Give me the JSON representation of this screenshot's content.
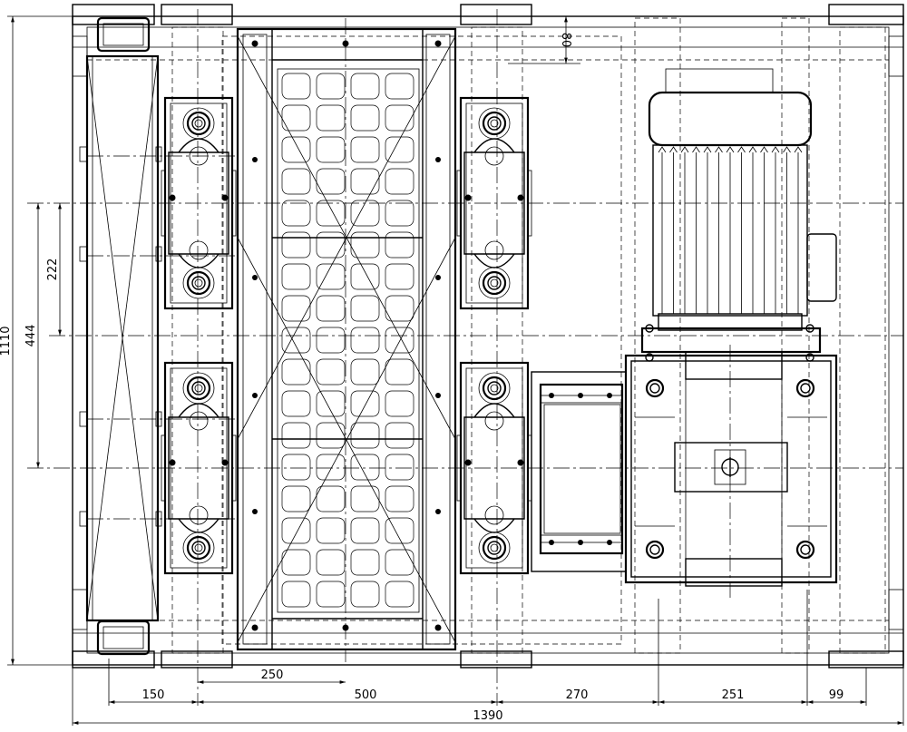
{
  "dimensions": {
    "d1390": "1390",
    "d150": "150",
    "d500": "500",
    "d270": "270",
    "d251": "251",
    "d99": "99",
    "d250": "250",
    "d1110": "1110",
    "d444": "444",
    "d222": "222",
    "d80": "80"
  }
}
